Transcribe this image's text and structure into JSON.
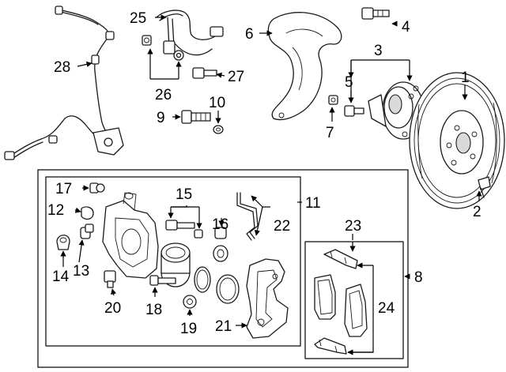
{
  "diagram": {
    "callouts": {
      "c1": "1",
      "c2": "2",
      "c3": "3",
      "c4": "4",
      "c5": "5",
      "c6": "6",
      "c7": "7",
      "c8": "8",
      "c9": "9",
      "c10": "10",
      "c11": "11",
      "c12": "12",
      "c13": "13",
      "c14": "14",
      "c15": "15",
      "c16": "16",
      "c17": "17",
      "c18": "18",
      "c19": "19",
      "c20": "20",
      "c21": "21",
      "c22": "22",
      "c23": "23",
      "c24": "24",
      "c25": "25",
      "c26": "26",
      "c27": "27",
      "c28": "28"
    },
    "line_color": "#000000",
    "shade_color": "#d9d9d9"
  }
}
